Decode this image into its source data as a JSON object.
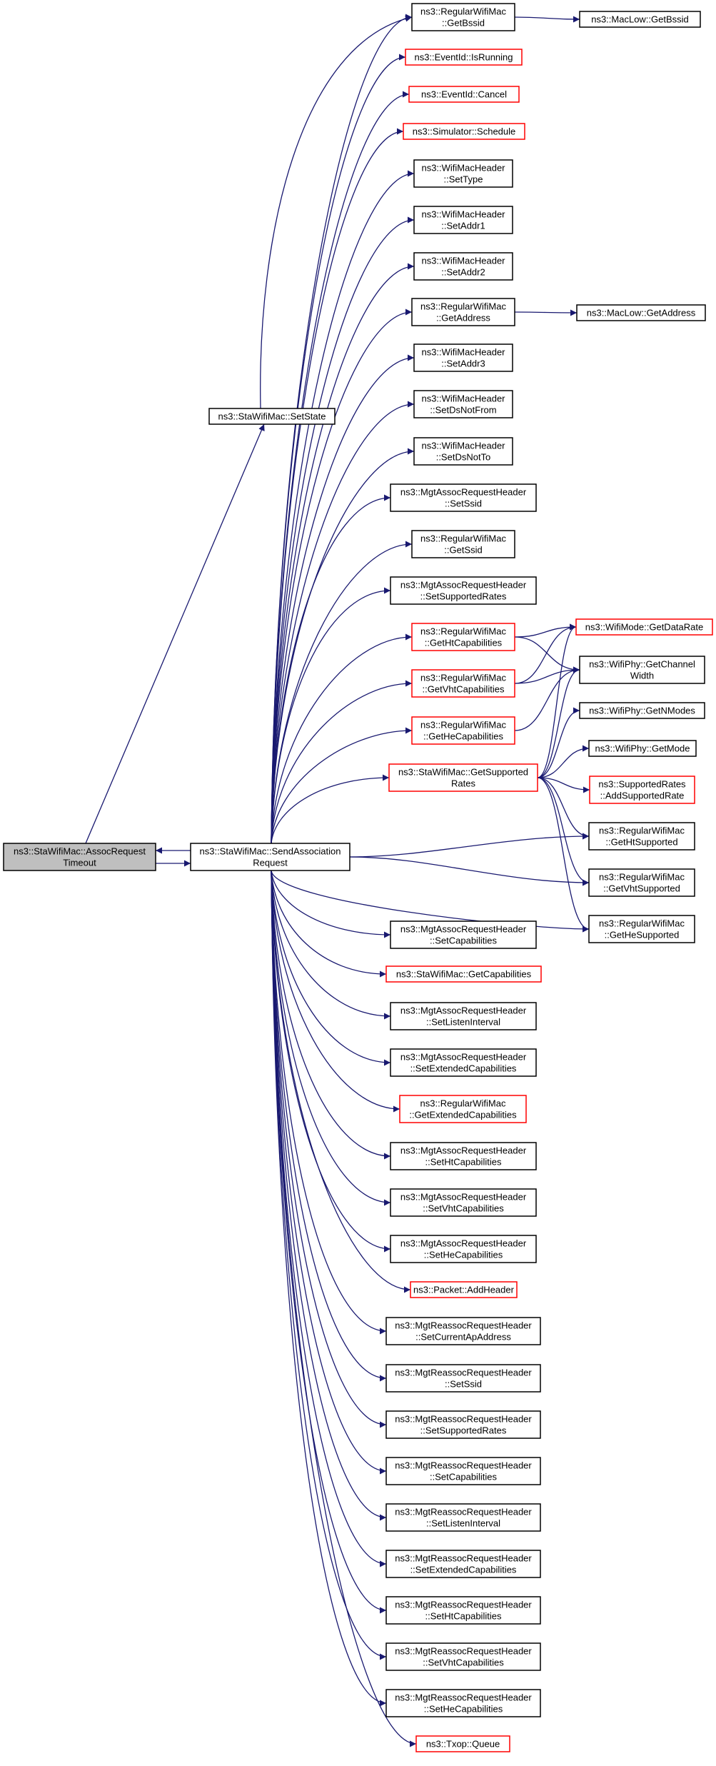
{
  "colors": {
    "edge": "#191970",
    "box_border": "#000000",
    "truncated_border": "#ff0000",
    "root_fill": "#bfbfbf"
  },
  "nodes": [
    {
      "id": "root",
      "lines": [
        "ns3::StaWifiMac::AssocRequest",
        "Timeout"
      ],
      "style": "root"
    },
    {
      "id": "setstate",
      "lines": [
        "ns3::StaWifiMac::SetState"
      ],
      "style": "black"
    },
    {
      "id": "sendassoc",
      "lines": [
        "ns3::StaWifiMac::SendAssociation",
        "Request"
      ],
      "style": "black"
    },
    {
      "id": "getbssid",
      "lines": [
        "ns3::RegularWifiMac",
        "::GetBssid"
      ],
      "style": "black"
    },
    {
      "id": "maclow_getbssid",
      "lines": [
        "ns3::MacLow::GetBssid"
      ],
      "style": "black"
    },
    {
      "id": "isrunning",
      "lines": [
        "ns3::EventId::IsRunning"
      ],
      "style": "red"
    },
    {
      "id": "cancel",
      "lines": [
        "ns3::EventId::Cancel"
      ],
      "style": "red"
    },
    {
      "id": "schedule",
      "lines": [
        "ns3::Simulator::Schedule"
      ],
      "style": "red"
    },
    {
      "id": "settype",
      "lines": [
        "ns3::WifiMacHeader",
        "::SetType"
      ],
      "style": "black"
    },
    {
      "id": "setaddr1",
      "lines": [
        "ns3::WifiMacHeader",
        "::SetAddr1"
      ],
      "style": "black"
    },
    {
      "id": "setaddr2",
      "lines": [
        "ns3::WifiMacHeader",
        "::SetAddr2"
      ],
      "style": "black"
    },
    {
      "id": "getaddress",
      "lines": [
        "ns3::RegularWifiMac",
        "::GetAddress"
      ],
      "style": "black"
    },
    {
      "id": "maclow_getaddress",
      "lines": [
        "ns3::MacLow::GetAddress"
      ],
      "style": "black"
    },
    {
      "id": "setaddr3",
      "lines": [
        "ns3::WifiMacHeader",
        "::SetAddr3"
      ],
      "style": "black"
    },
    {
      "id": "setdsnotfrom",
      "lines": [
        "ns3::WifiMacHeader",
        "::SetDsNotFrom"
      ],
      "style": "black"
    },
    {
      "id": "setdsnotto",
      "lines": [
        "ns3::WifiMacHeader",
        "::SetDsNotTo"
      ],
      "style": "black"
    },
    {
      "id": "ar_setssid",
      "lines": [
        "ns3::MgtAssocRequestHeader",
        "::SetSsid"
      ],
      "style": "black"
    },
    {
      "id": "getssid",
      "lines": [
        "ns3::RegularWifiMac",
        "::GetSsid"
      ],
      "style": "black"
    },
    {
      "id": "ar_setsupportedrates",
      "lines": [
        "ns3::MgtAssocRequestHeader",
        "::SetSupportedRates"
      ],
      "style": "black"
    },
    {
      "id": "gethtcap",
      "lines": [
        "ns3::RegularWifiMac",
        "::GetHtCapabilities"
      ],
      "style": "red"
    },
    {
      "id": "getvhtcap",
      "lines": [
        "ns3::RegularWifiMac",
        "::GetVhtCapabilities"
      ],
      "style": "red"
    },
    {
      "id": "gethecap",
      "lines": [
        "ns3::RegularWifiMac",
        "::GetHeCapabilities"
      ],
      "style": "red"
    },
    {
      "id": "getsupportedrates",
      "lines": [
        "ns3::StaWifiMac::GetSupported",
        "Rates"
      ],
      "style": "red"
    },
    {
      "id": "getdatarate",
      "lines": [
        "ns3::WifiMode::GetDataRate"
      ],
      "style": "red"
    },
    {
      "id": "getchannelwidth",
      "lines": [
        "ns3::WifiPhy::GetChannel",
        "Width"
      ],
      "style": "black"
    },
    {
      "id": "getnmodes",
      "lines": [
        "ns3::WifiPhy::GetNModes"
      ],
      "style": "black"
    },
    {
      "id": "getmode",
      "lines": [
        "ns3::WifiPhy::GetMode"
      ],
      "style": "black"
    },
    {
      "id": "addsupportedrate",
      "lines": [
        "ns3::SupportedRates",
        "::AddSupportedRate"
      ],
      "style": "red"
    },
    {
      "id": "gethtsupported",
      "lines": [
        "ns3::RegularWifiMac",
        "::GetHtSupported"
      ],
      "style": "black"
    },
    {
      "id": "getvhtsupported",
      "lines": [
        "ns3::RegularWifiMac",
        "::GetVhtSupported"
      ],
      "style": "black"
    },
    {
      "id": "gethesupported",
      "lines": [
        "ns3::RegularWifiMac",
        "::GetHeSupported"
      ],
      "style": "black"
    },
    {
      "id": "ar_setcapabilities",
      "lines": [
        "ns3::MgtAssocRequestHeader",
        "::SetCapabilities"
      ],
      "style": "black"
    },
    {
      "id": "getcapabilities",
      "lines": [
        "ns3::StaWifiMac::GetCapabilities"
      ],
      "style": "red"
    },
    {
      "id": "ar_setlisteninterval",
      "lines": [
        "ns3::MgtAssocRequestHeader",
        "::SetListenInterval"
      ],
      "style": "black"
    },
    {
      "id": "ar_setextcap",
      "lines": [
        "ns3::MgtAssocRequestHeader",
        "::SetExtendedCapabilities"
      ],
      "style": "black"
    },
    {
      "id": "getextcap",
      "lines": [
        "ns3::RegularWifiMac",
        "::GetExtendedCapabilities"
      ],
      "style": "red"
    },
    {
      "id": "ar_sethtcap",
      "lines": [
        "ns3::MgtAssocRequestHeader",
        "::SetHtCapabilities"
      ],
      "style": "black"
    },
    {
      "id": "ar_setvhtcap",
      "lines": [
        "ns3::MgtAssocRequestHeader",
        "::SetVhtCapabilities"
      ],
      "style": "black"
    },
    {
      "id": "ar_sethecap",
      "lines": [
        "ns3::MgtAssocRequestHeader",
        "::SetHeCapabilities"
      ],
      "style": "black"
    },
    {
      "id": "addheader",
      "lines": [
        "ns3::Packet::AddHeader"
      ],
      "style": "red"
    },
    {
      "id": "rr_setcurrentap",
      "lines": [
        "ns3::MgtReassocRequestHeader",
        "::SetCurrentApAddress"
      ],
      "style": "black"
    },
    {
      "id": "rr_setssid",
      "lines": [
        "ns3::MgtReassocRequestHeader",
        "::SetSsid"
      ],
      "style": "black"
    },
    {
      "id": "rr_setsupportedrates",
      "lines": [
        "ns3::MgtReassocRequestHeader",
        "::SetSupportedRates"
      ],
      "style": "black"
    },
    {
      "id": "rr_setcapabilities",
      "lines": [
        "ns3::MgtReassocRequestHeader",
        "::SetCapabilities"
      ],
      "style": "black"
    },
    {
      "id": "rr_setlisteninterval",
      "lines": [
        "ns3::MgtReassocRequestHeader",
        "::SetListenInterval"
      ],
      "style": "black"
    },
    {
      "id": "rr_setextcap",
      "lines": [
        "ns3::MgtReassocRequestHeader",
        "::SetExtendedCapabilities"
      ],
      "style": "black"
    },
    {
      "id": "rr_sethtcap",
      "lines": [
        "ns3::MgtReassocRequestHeader",
        "::SetHtCapabilities"
      ],
      "style": "black"
    },
    {
      "id": "rr_setvhtcap",
      "lines": [
        "ns3::MgtReassocRequestHeader",
        "::SetVhtCapabilities"
      ],
      "style": "black"
    },
    {
      "id": "rr_sethecap",
      "lines": [
        "ns3::MgtReassocRequestHeader",
        "::SetHeCapabilities"
      ],
      "style": "black"
    },
    {
      "id": "txop_queue",
      "lines": [
        "ns3::Txop::Queue"
      ],
      "style": "red"
    }
  ],
  "edges": [
    {
      "from": "root",
      "to": "setstate"
    },
    {
      "from": "root",
      "to": "sendassoc"
    },
    {
      "from": "sendassoc",
      "to": "root"
    },
    {
      "from": "setstate",
      "to": "getbssid"
    },
    {
      "from": "getbssid",
      "to": "maclow_getbssid"
    },
    {
      "from": "getaddress",
      "to": "maclow_getaddress"
    },
    {
      "from": "sendassoc",
      "to": "getbssid"
    },
    {
      "from": "sendassoc",
      "to": "isrunning"
    },
    {
      "from": "sendassoc",
      "to": "cancel"
    },
    {
      "from": "sendassoc",
      "to": "schedule"
    },
    {
      "from": "sendassoc",
      "to": "settype"
    },
    {
      "from": "sendassoc",
      "to": "setaddr1"
    },
    {
      "from": "sendassoc",
      "to": "setaddr2"
    },
    {
      "from": "sendassoc",
      "to": "getaddress"
    },
    {
      "from": "sendassoc",
      "to": "setaddr3"
    },
    {
      "from": "sendassoc",
      "to": "setdsnotfrom"
    },
    {
      "from": "sendassoc",
      "to": "setdsnotto"
    },
    {
      "from": "sendassoc",
      "to": "ar_setssid"
    },
    {
      "from": "sendassoc",
      "to": "getssid"
    },
    {
      "from": "sendassoc",
      "to": "ar_setsupportedrates"
    },
    {
      "from": "sendassoc",
      "to": "gethtcap"
    },
    {
      "from": "sendassoc",
      "to": "getvhtcap"
    },
    {
      "from": "sendassoc",
      "to": "gethecap"
    },
    {
      "from": "sendassoc",
      "to": "getsupportedrates"
    },
    {
      "from": "sendassoc",
      "to": "gethtsupported"
    },
    {
      "from": "sendassoc",
      "to": "getvhtsupported"
    },
    {
      "from": "sendassoc",
      "to": "gethesupported"
    },
    {
      "from": "sendassoc",
      "to": "ar_setcapabilities"
    },
    {
      "from": "sendassoc",
      "to": "getcapabilities"
    },
    {
      "from": "sendassoc",
      "to": "ar_setlisteninterval"
    },
    {
      "from": "sendassoc",
      "to": "ar_setextcap"
    },
    {
      "from": "sendassoc",
      "to": "getextcap"
    },
    {
      "from": "sendassoc",
      "to": "ar_sethtcap"
    },
    {
      "from": "sendassoc",
      "to": "ar_setvhtcap"
    },
    {
      "from": "sendassoc",
      "to": "ar_sethecap"
    },
    {
      "from": "sendassoc",
      "to": "addheader"
    },
    {
      "from": "sendassoc",
      "to": "rr_setcurrentap"
    },
    {
      "from": "sendassoc",
      "to": "rr_setssid"
    },
    {
      "from": "sendassoc",
      "to": "rr_setsupportedrates"
    },
    {
      "from": "sendassoc",
      "to": "rr_setcapabilities"
    },
    {
      "from": "sendassoc",
      "to": "rr_setlisteninterval"
    },
    {
      "from": "sendassoc",
      "to": "rr_setextcap"
    },
    {
      "from": "sendassoc",
      "to": "rr_sethtcap"
    },
    {
      "from": "sendassoc",
      "to": "rr_setvhtcap"
    },
    {
      "from": "sendassoc",
      "to": "rr_sethecap"
    },
    {
      "from": "sendassoc",
      "to": "txop_queue"
    },
    {
      "from": "gethtcap",
      "to": "getdatarate"
    },
    {
      "from": "gethtcap",
      "to": "getchannelwidth"
    },
    {
      "from": "getvhtcap",
      "to": "getdatarate"
    },
    {
      "from": "getvhtcap",
      "to": "getchannelwidth"
    },
    {
      "from": "gethecap",
      "to": "getchannelwidth"
    },
    {
      "from": "getsupportedrates",
      "to": "getdatarate"
    },
    {
      "from": "getsupportedrates",
      "to": "getchannelwidth"
    },
    {
      "from": "getsupportedrates",
      "to": "getnmodes"
    },
    {
      "from": "getsupportedrates",
      "to": "getmode"
    },
    {
      "from": "getsupportedrates",
      "to": "addsupportedrate"
    },
    {
      "from": "getsupportedrates",
      "to": "gethtsupported"
    },
    {
      "from": "getsupportedrates",
      "to": "getvhtsupported"
    },
    {
      "from": "getsupportedrates",
      "to": "gethesupported"
    }
  ]
}
